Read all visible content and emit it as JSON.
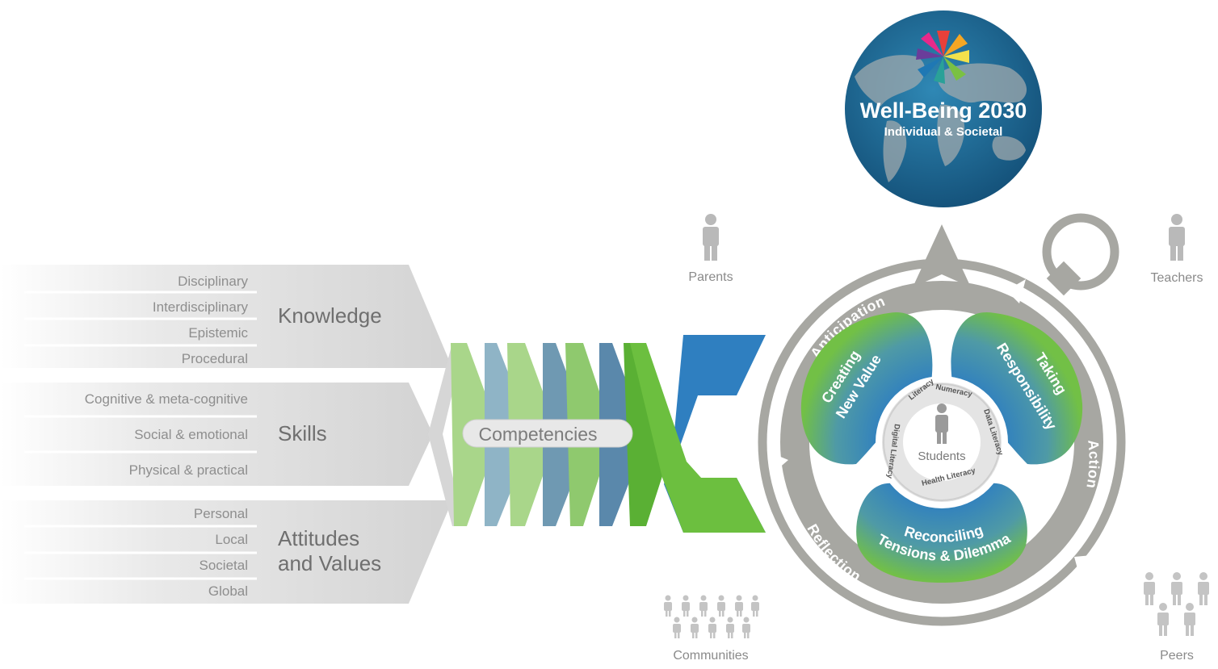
{
  "knowledge": {
    "label": "Knowledge",
    "items": [
      "Disciplinary",
      "Interdisciplinary",
      "Epistemic",
      "Procedural"
    ]
  },
  "skills": {
    "label": "Skills",
    "items": [
      "Cognitive & meta-cognitive",
      "Social & emotional",
      "Physical & practical"
    ]
  },
  "attitudes": {
    "label_line1": "Attitudes",
    "label_line2": "and Values",
    "items": [
      "Personal",
      "Local",
      "Societal",
      "Global"
    ]
  },
  "competencies": {
    "label": "Competencies"
  },
  "globe": {
    "title": "Well-Being 2030",
    "subtitle": "Individual & Societal"
  },
  "compass": {
    "anticipation": "Anticipation",
    "action": "Action",
    "reflection": "Reflection",
    "petals": {
      "creating_line1": "Creating",
      "creating_line2": "New Value",
      "taking_line1": "Taking",
      "taking_line2": "Responsibility",
      "reconciling_line1": "Reconciling",
      "reconciling_line2": "Tensions & Dilemmas"
    },
    "literacies": {
      "literacy": "Literacy",
      "numeracy": "Numeracy",
      "data": "Data Literacy",
      "health": "Health Literacy",
      "digital": "Digital Literacy"
    },
    "center": "Students"
  },
  "people": {
    "parents": "Parents",
    "teachers": "Teachers",
    "communities": "Communities",
    "peers": "Peers"
  },
  "colors": {
    "green": "#6cbf3f",
    "light_green": "#a9d68a",
    "blue": "#2f7fc0",
    "steel_blue": "#6f99b2",
    "gray": "#a7a7a2",
    "globe_blue": "#1a6c97"
  }
}
